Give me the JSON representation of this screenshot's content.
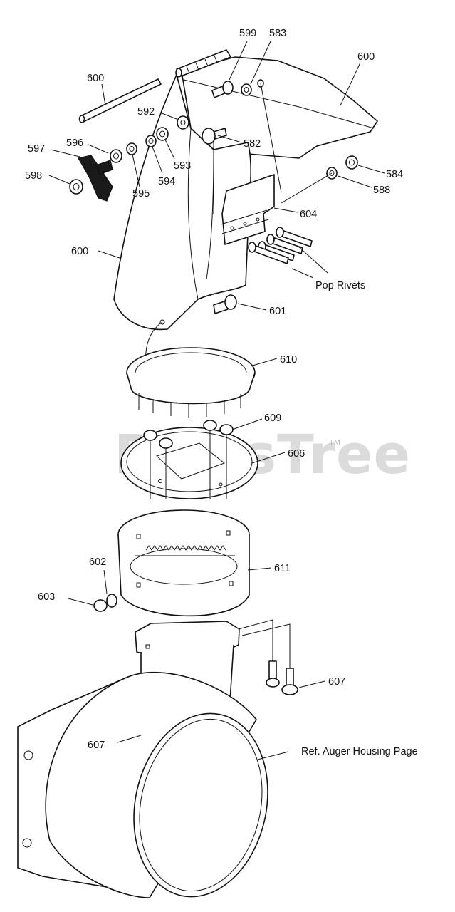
{
  "watermark": {
    "text": "PartsTree",
    "trademark": "TM"
  },
  "callouts": {
    "c599": "599",
    "c583": "583",
    "c600_top": "600",
    "c600_rod": "600",
    "c592": "592",
    "c596": "596",
    "c597": "597",
    "c598": "598",
    "c582": "582",
    "c593": "593",
    "c594": "594",
    "c595": "595",
    "c584": "584",
    "c588": "588",
    "c604": "604",
    "c600_left": "600",
    "pop_rivets": "Pop Rivets",
    "c601": "601",
    "c610": "610",
    "c609": "609",
    "c606": "606",
    "c602": "602",
    "c611": "611",
    "c603": "603",
    "c607_right": "607",
    "c607_left": "607",
    "ref_auger": "Ref. Auger Housing Page"
  },
  "colors": {
    "line": "#111111",
    "background": "#ffffff",
    "watermark": "#cfcfcf"
  }
}
